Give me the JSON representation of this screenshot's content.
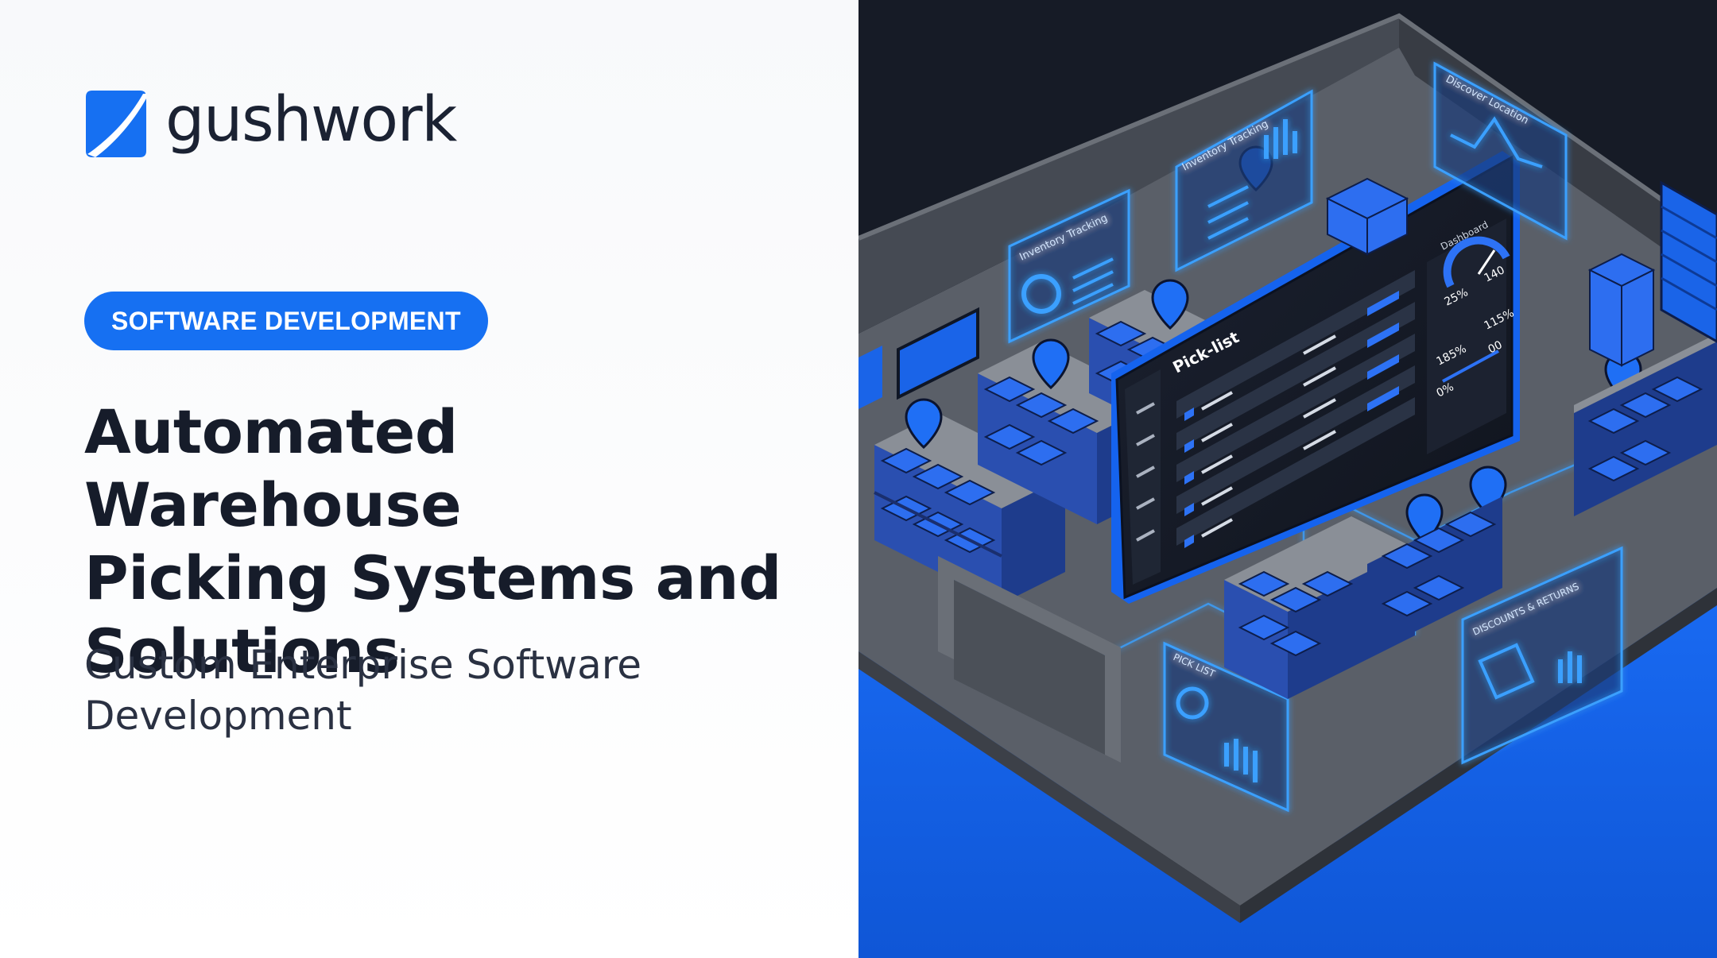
{
  "brand": {
    "name": "gushwork",
    "logo_icon": "gushwork-logo-icon",
    "accent_color": "#1670f2"
  },
  "category": {
    "label": "SOFTWARE DEVELOPMENT"
  },
  "headline": {
    "line1": "Automated Warehouse",
    "line2": "Picking Systems and",
    "line3": "Solutions"
  },
  "subtitle": {
    "line1": "Custom Enterprise Software",
    "line2": "Development"
  },
  "illustration": {
    "description_icon": "isometric-warehouse-illustration",
    "panels": {
      "inventory_tracking_left": "Inventory Tracking",
      "inventory_tracking_top": "Inventory Tracking",
      "discover_location": "Discover Location",
      "pick_list_small": "PICK LIST",
      "discount_panel": "DISCOUNTS & RETURNS"
    },
    "screen": {
      "pick_list_title": "Pick-list",
      "dashboard_title": "Dashboard",
      "gauge_left": "25%",
      "gauge_right": "140",
      "stat_1": "115%",
      "stat_2": "185%",
      "stat_3": "00",
      "stat_4": "0%"
    },
    "colors": {
      "floor_blue": "#1565f0",
      "dark_bg": "#161b26",
      "wall": "#4a4f58",
      "shelf_blue": "#1e5fd8",
      "glow": "#3aa0ff"
    }
  }
}
